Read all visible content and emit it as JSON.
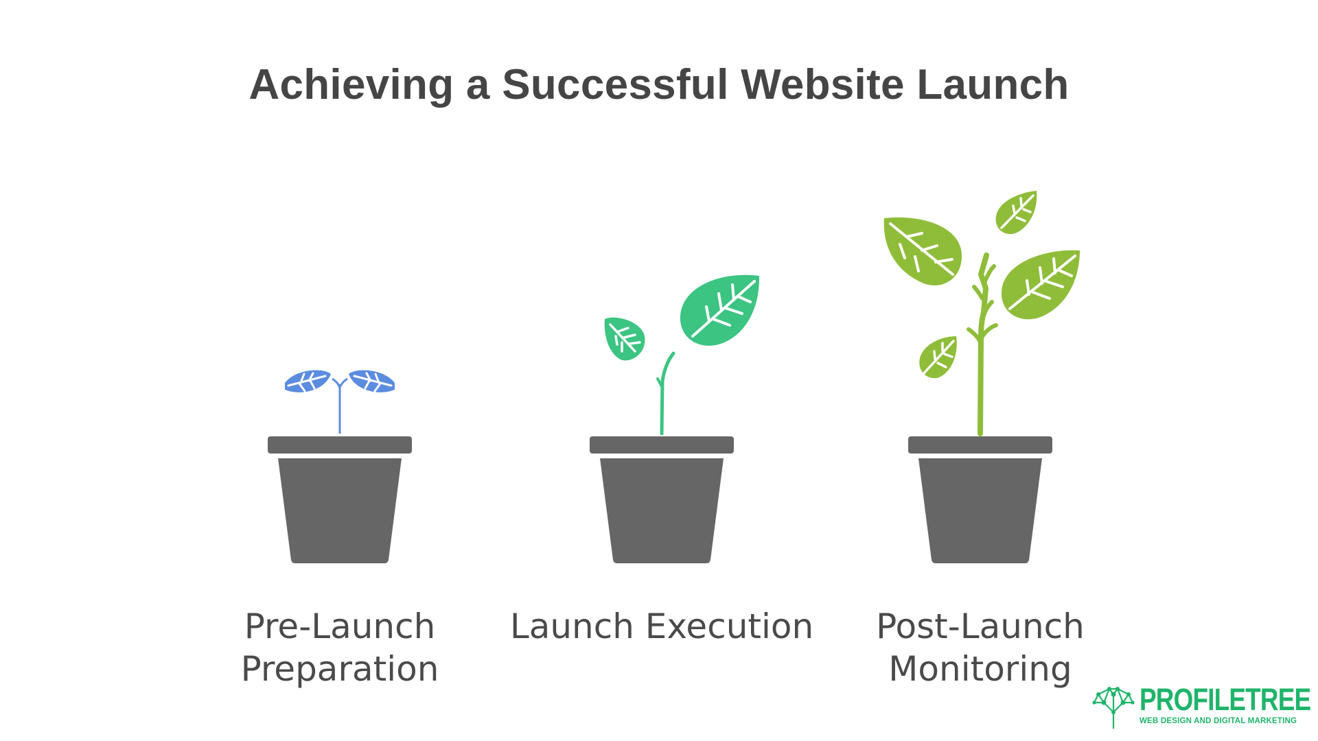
{
  "title": "Achieving a Successful Website Launch",
  "stages": [
    {
      "label_lines": [
        "Pre-Launch",
        "Preparation"
      ],
      "color": "#5b8ce0"
    },
    {
      "label_lines": [
        "Launch Execution"
      ],
      "color": "#3cc482"
    },
    {
      "label_lines": [
        "Post-Launch",
        "Monitoring"
      ],
      "color": "#8fbd3a"
    }
  ],
  "pot_color": "#666666",
  "brand": {
    "name": "PROFILETREE",
    "tagline": "WEB DESIGN AND DIGITAL MARKETING",
    "color": "#1fb46a"
  }
}
